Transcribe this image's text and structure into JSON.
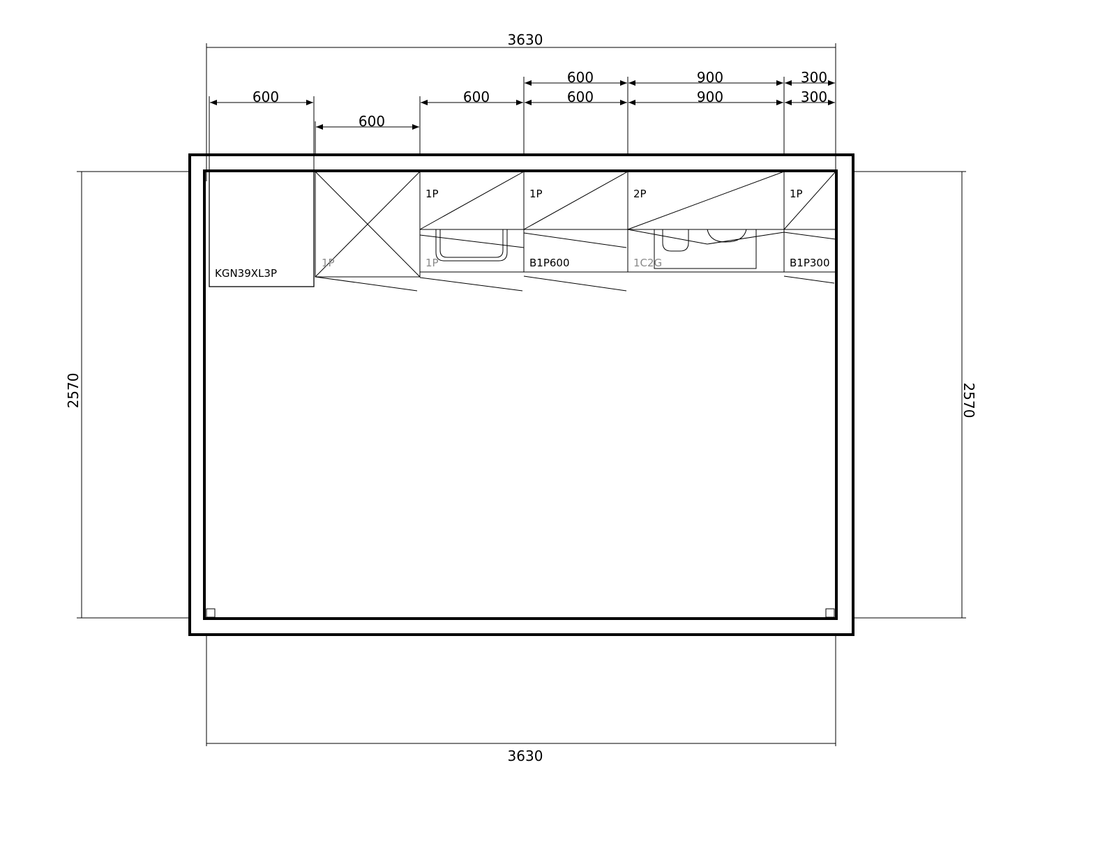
{
  "dimensions": {
    "top_total": "3630",
    "bottom_total": "3630",
    "left_height": "2570",
    "right_height": "2570",
    "row_lower": [
      "600",
      "600",
      "600",
      "600",
      "900",
      "300"
    ],
    "row_upper": [
      "600",
      "900",
      "300"
    ]
  },
  "cabinets": {
    "fridge": "KGN39XL3P",
    "corner_ghost": "1P",
    "sink_top": "1P",
    "sink_ghost": "1P",
    "base_top": "1P",
    "base_label": "B1P600",
    "hob_top": "2P",
    "hob_ghost": "1C2G",
    "small_top": "1P",
    "small_label": "B1P300"
  },
  "colors": {
    "line": "#000000",
    "ghost_text": "#8a8a8a",
    "background": "#ffffff"
  }
}
